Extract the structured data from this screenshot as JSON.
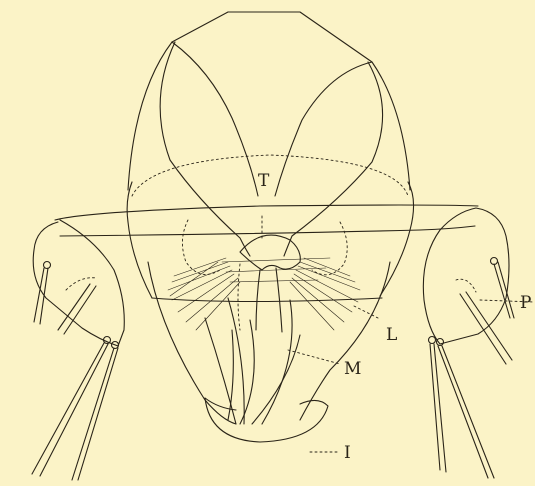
{
  "labels": {
    "T": "T",
    "L": "L",
    "M": "M",
    "I": "I",
    "P": "P"
  },
  "colors": {
    "background": "#fbf3c7",
    "ink": "#2a2418"
  }
}
